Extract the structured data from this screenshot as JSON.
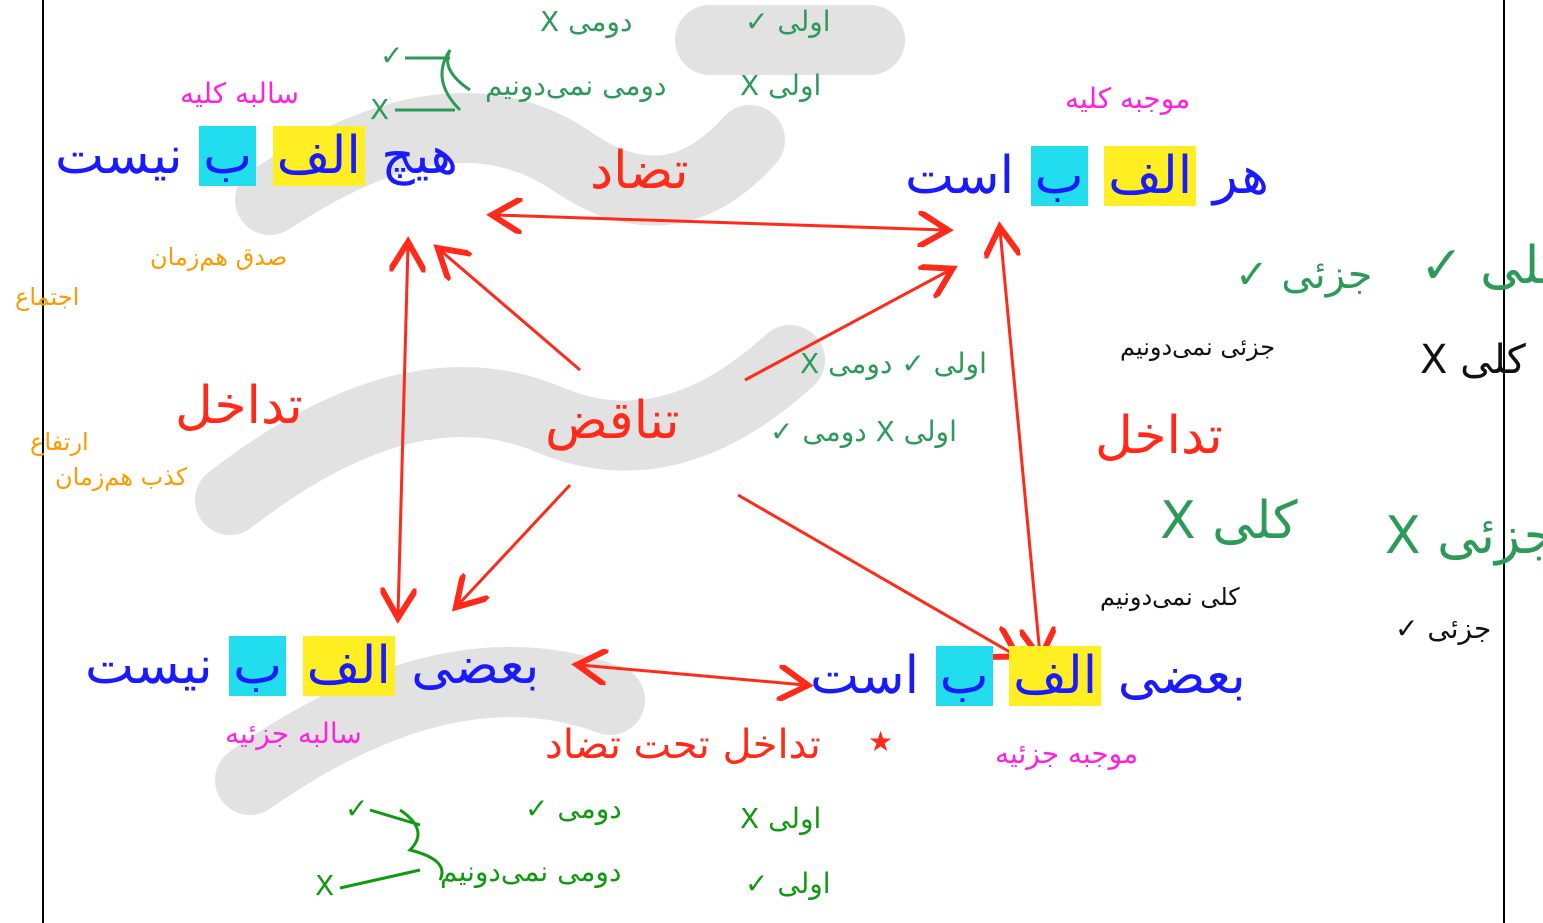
{
  "colors": {
    "blue": "#1a1aff",
    "red": "#ff2a1a",
    "green": "#2e9a5a",
    "dark_green": "#109a10",
    "magenta": "#ff22dd",
    "orange": "#ff9a00",
    "yellow_highlight": "#ffee22",
    "cyan_highlight": "#22ddee",
    "watermark_gray": "#e2e2e2"
  },
  "corners": {
    "top_left": {
      "type_label": "سالبه کلیه",
      "prefix": "هیچ",
      "alef": "الف",
      "be": "ب",
      "suffix": "نیست"
    },
    "top_right": {
      "type_label": "موجبه کلیه",
      "prefix": "هر",
      "alef": "الف",
      "be": "ب",
      "suffix": "است"
    },
    "bottom_left": {
      "type_label": "سالبه جزئیه",
      "prefix": "بعضی",
      "alef": "الف",
      "be": "ب",
      "suffix": "نیست"
    },
    "bottom_right": {
      "type_label": "موجبه جزئیه",
      "prefix": "بعضی",
      "alef": "الف",
      "be": "ب",
      "suffix": "است"
    }
  },
  "relations": {
    "top": "تضاد",
    "center": "تناقض",
    "left": "تداخل",
    "right": "تداخل",
    "bottom": "تداخل تحت تضاد",
    "bottom_star": "★"
  },
  "notes": {
    "top_row1_a": "اولی ✓",
    "top_row1_b": "دومی X",
    "top_row2_a": "اولی X",
    "top_row2_b": "دومی نمی‌دونیم",
    "top_row2_right": "✓",
    "top_row2_bottom": "X",
    "left_contrary_a": "صدق هم‌زمان",
    "left_contrary_b": "اجتماع",
    "left_sub_a": "ارتفاع",
    "left_sub_b": "کذب هم‌زمان",
    "center_a": "اولی ✓ دومی X",
    "center_b": "اولی X دومی ✓",
    "right_partial_ok": "جزئی ✓",
    "right_partial_unknown": "جزئی نمی‌دونیم",
    "right_universal_ok": "کلی ✓",
    "right_universal_x": "کلی X",
    "right_universal_x2": "کلی X",
    "right_partial_x": "جزئی X",
    "right_universal_unknown": "کلی نمی‌دونیم",
    "right_partial_ok2": "جزئی ✓",
    "bottom_row1_a": "دومی ✓",
    "bottom_row1_b": "اولی X",
    "bottom_row2_a": "دومی نمی‌دونیم",
    "bottom_row2_b": "اولی ✓",
    "bottom_check": "✓",
    "bottom_x": "X"
  }
}
